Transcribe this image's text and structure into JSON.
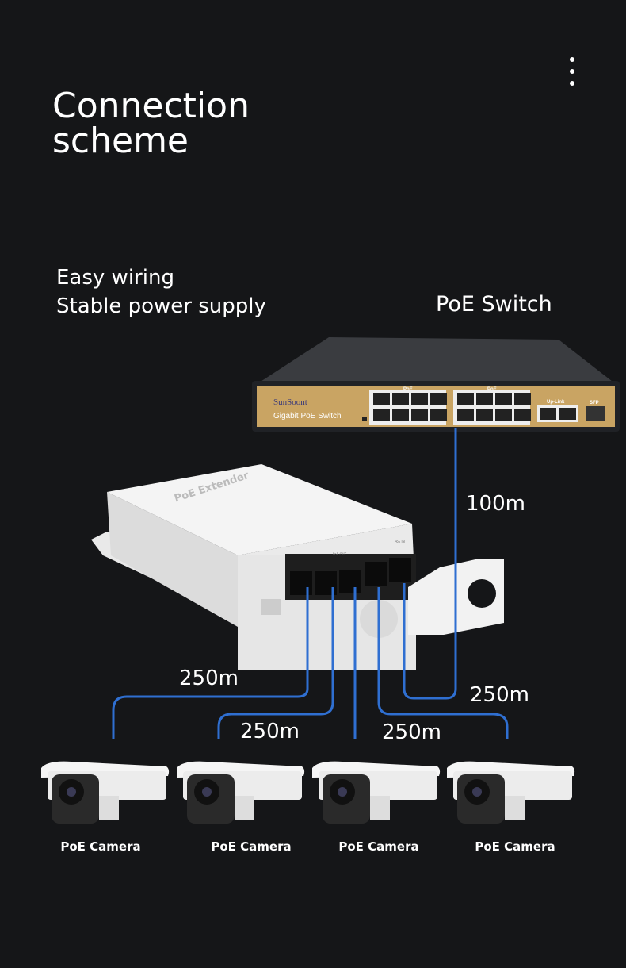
{
  "header": {
    "title_lines": [
      "Connection",
      "scheme"
    ],
    "menu_icon": "vertical-ellipsis-icon"
  },
  "tagline": [
    "Easy wiring",
    "Stable power supply"
  ],
  "devices": {
    "switch": {
      "label": "PoE Switch",
      "brand": "SunSoont",
      "model_text": "Gigabit PoE Switch",
      "port_group_labels": [
        "PoE",
        "PoE",
        "Up-Link",
        "SFP"
      ]
    },
    "extender": {
      "label_on_device": "PoE Extender",
      "port_labels": [
        "PoE OUT",
        "PoE IN"
      ]
    },
    "cameras": [
      {
        "label": "PoE Camera"
      },
      {
        "label": "PoE Camera"
      },
      {
        "label": "PoE Camera"
      },
      {
        "label": "PoE Camera"
      }
    ]
  },
  "links": {
    "switch_to_extender": "100m",
    "extender_in": "250m",
    "camera_1": "250m",
    "camera_2": "250m",
    "camera_4": "250m"
  },
  "colors": {
    "background": "#151618",
    "cable": "#2f6fd1",
    "switch_panel": "#c9a463"
  }
}
